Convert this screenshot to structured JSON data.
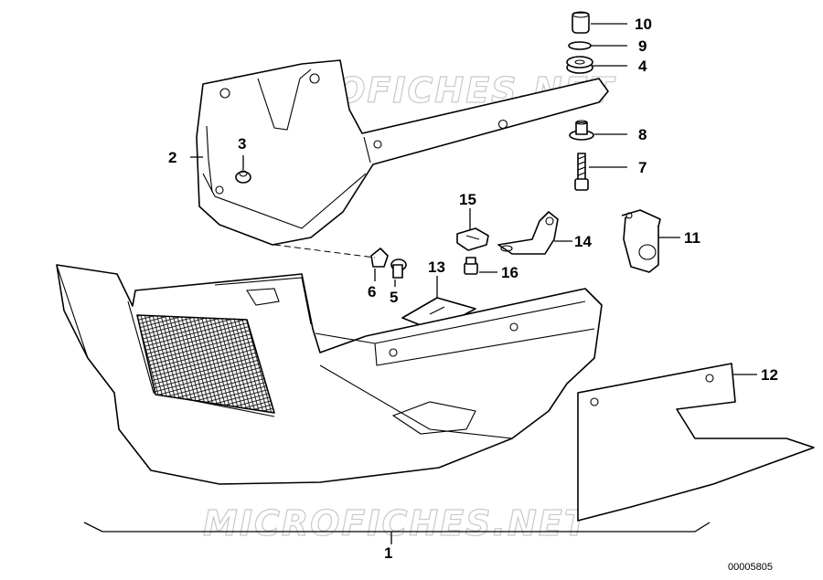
{
  "diagram": {
    "watermark": "MICROFICHES.NET",
    "reference_number": "00005805",
    "callouts": {
      "c1": "1",
      "c2": "2",
      "c3": "3",
      "c4": "4",
      "c5": "5",
      "c6": "6",
      "c7": "7",
      "c8": "8",
      "c9": "9",
      "c10": "10",
      "c11": "11",
      "c12": "12",
      "c13": "13",
      "c14": "14",
      "c15": "15",
      "c16": "16"
    }
  }
}
